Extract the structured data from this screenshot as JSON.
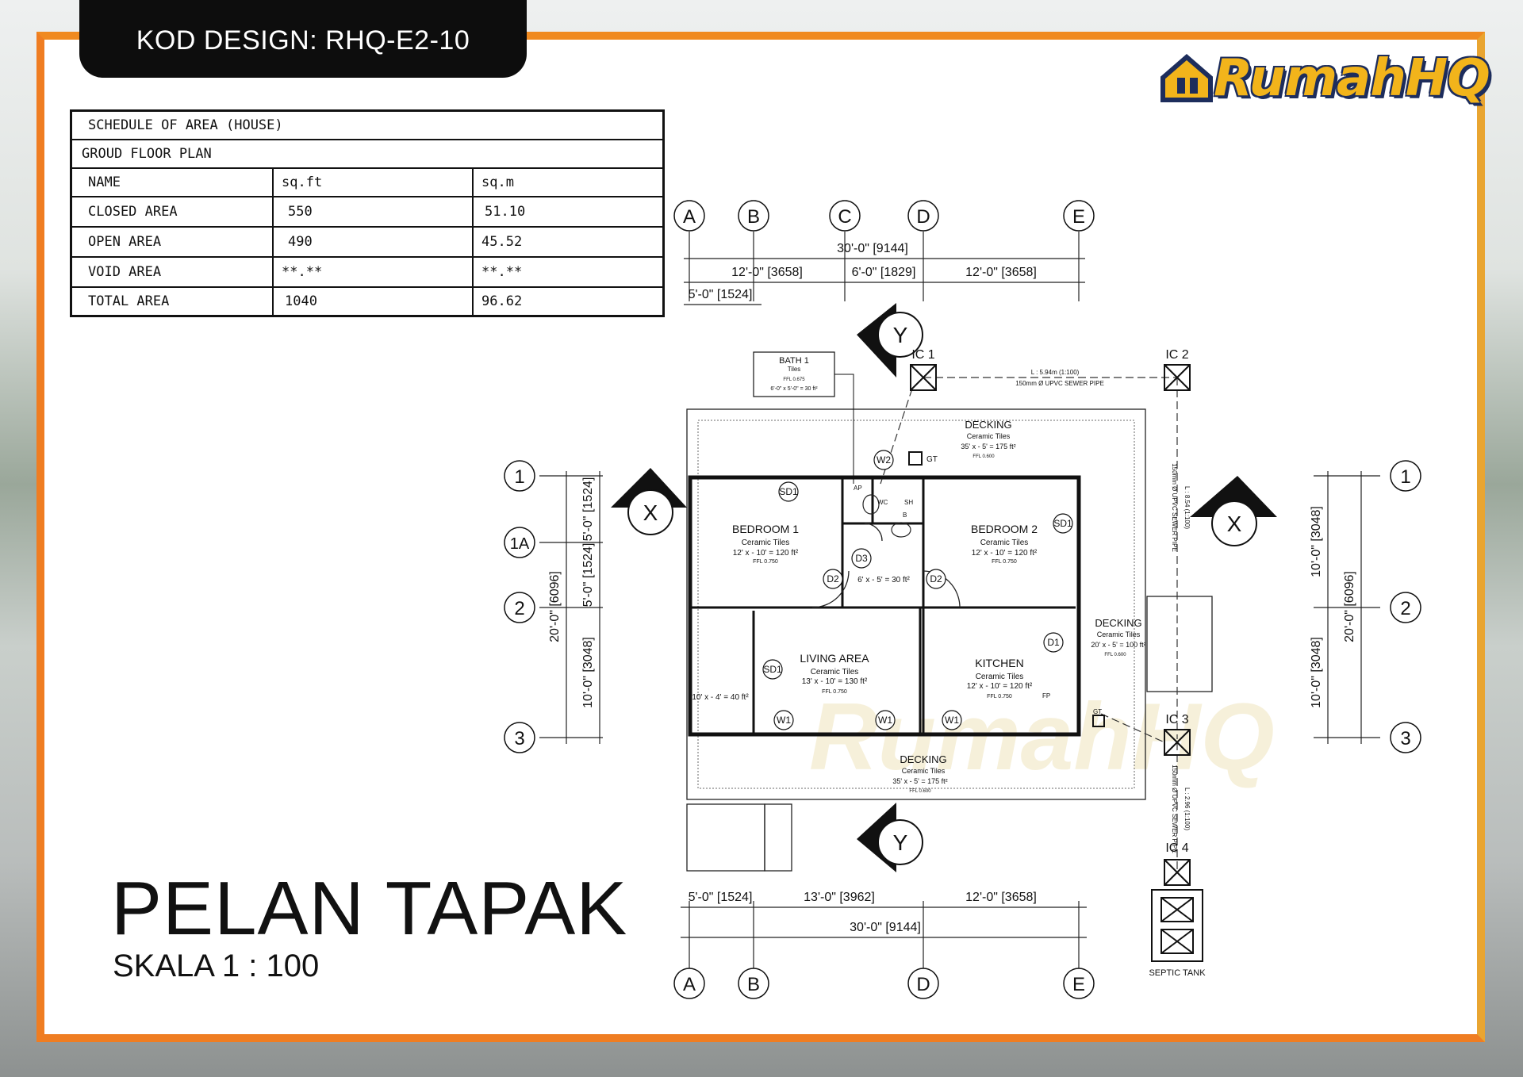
{
  "header": {
    "design_code": "KOD DESIGN: RHQ-E2-10"
  },
  "logo": {
    "brand": "RumahHQ"
  },
  "schedule": {
    "title": "SCHEDULE OF AREA (HOUSE)",
    "subtitle": "GROUD FLOOR PLAN",
    "columns": [
      "NAME",
      "sq.ft",
      "sq.m"
    ],
    "rows": [
      [
        "CLOSED AREA",
        "550",
        "51.10"
      ],
      [
        "OPEN AREA",
        "490",
        "45.52"
      ],
      [
        "VOID AREA",
        "**.**",
        "**.**"
      ],
      [
        "TOTAL AREA",
        "1040",
        "96.62"
      ]
    ]
  },
  "title": {
    "main": "PELAN TAPAK",
    "scale": "SKALA 1 : 100"
  },
  "grid": {
    "cols_top": [
      "A",
      "B",
      "C",
      "D",
      "E"
    ],
    "cols_bottom": [
      "A",
      "B",
      "D",
      "E"
    ],
    "rows_left": [
      "1",
      "1A",
      "2",
      "3"
    ],
    "rows_right": [
      "1",
      "2",
      "3"
    ]
  },
  "dims": {
    "top_total": "30'-0\" [9144]",
    "top_a": "12'-0\" [3658]",
    "top_b": "6'-0\" [1829]",
    "top_c": "12'-0\" [3658]",
    "top_small": "5'-0\" [1524]",
    "bottom_a": "5'-0\" [1524]",
    "bottom_b": "13'-0\" [3962]",
    "bottom_c": "12'-0\" [3658]",
    "bottom_total": "30'-0\" [9144]",
    "left_total": "20'-0\" [6096]",
    "left_a": "5'-0\" [1524]",
    "left_b": "5'-0\" [1524]",
    "left_c": "10'-0\" [3048]",
    "right_total": "20'-0\" [6096]",
    "right_a": "10'-0\" [3048]",
    "right_b": "10'-0\" [3048]"
  },
  "sections": {
    "y": "Y",
    "x": "X"
  },
  "rooms": {
    "bedroom1": {
      "name": "BEDROOM 1",
      "finish": "Ceramic Tiles",
      "size": "12' x - 10' = 120 ft²",
      "ffl": "FFL 0.750"
    },
    "bedroom2": {
      "name": "BEDROOM 2",
      "finish": "Ceramic Tiles",
      "size": "12' x - 10' = 120 ft²",
      "ffl": "FFL 0.750"
    },
    "living": {
      "name": "LIVING AREA",
      "finish": "Ceramic Tiles",
      "size": "13' x - 10' = 130 ft²",
      "ffl": "FFL 0.750"
    },
    "kitchen": {
      "name": "KITCHEN",
      "finish": "Ceramic Tiles",
      "size": "12' x - 10' = 120 ft²",
      "ffl": "FFL 0.750"
    },
    "corridor": {
      "size": "6' x - 5' = 30 ft²"
    },
    "porch": {
      "size": "10' x - 4' = 40 ft²"
    },
    "deck_top": {
      "name": "DECKING",
      "finish": "Ceramic Tiles",
      "size": "35' x - 5' = 175 ft²",
      "ffl": "FFL 0.600"
    },
    "deck_bottom": {
      "name": "DECKING",
      "finish": "Ceramic Tiles",
      "size": "35' x - 5' = 175 ft²",
      "ffl": "FFL 0.600"
    },
    "deck_right": {
      "name": "DECKING",
      "finish": "Ceramic Tiles",
      "size": "20' x - 5' = 100 ft²",
      "ffl": "FFL 0.600"
    },
    "bath": {
      "name": "BATH 1",
      "finish": "Tiles",
      "ffl": "FFL 0.675",
      "size": "6'-0\" x 5'-0\" = 30 ft²"
    }
  },
  "tags": {
    "sd1": "SD1",
    "d1": "D1",
    "d2": "D2",
    "d3": "D3",
    "w1": "W1",
    "w2": "W2",
    "wc": "WC",
    "sh": "SH",
    "b": "B",
    "ap": "AP",
    "gt": "GT",
    "fp": "FP"
  },
  "services": {
    "ic1": "IC 1",
    "ic2": "IC 2",
    "ic3": "IC 3",
    "ic4": "IC 4",
    "septic": "SEPTIC TANK",
    "pipe_top_len": "L : 5.94m (1:100)",
    "pipe_top": "150mm Ø UPVC SEWER PIPE",
    "pipe_right_len": "L : 8.54 (1:100)",
    "pipe_right": "150mm Ø UPVC SEWER PIPE",
    "pipe_bottom_len": "L : 2.96 (1:100)",
    "pipe_bottom": "150mm Ø UPVC SEWER PIPE"
  }
}
